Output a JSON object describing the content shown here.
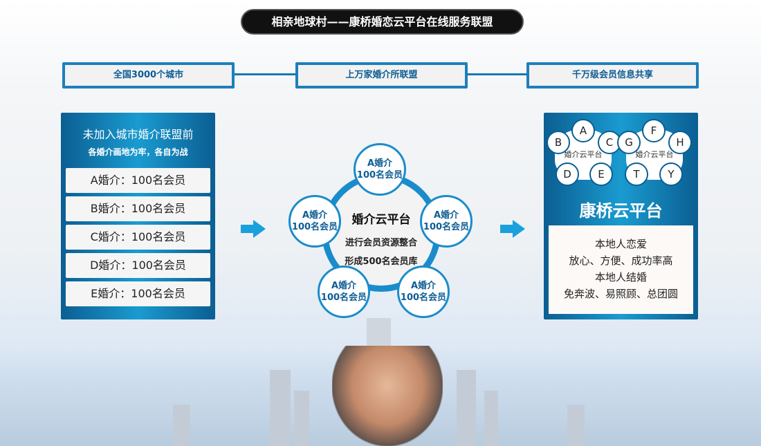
{
  "title": "相亲地球村——康桥婚恋云平台在线服务联盟",
  "labels": [
    "全国3000个城市",
    "上万家婚介所联盟",
    "千万级会员信息共享"
  ],
  "left": {
    "heading": "未加入城市婚介联盟前",
    "sub": "各婚介画地为牢，各自为战",
    "rows": [
      "A婚介：100名会员",
      "B婚介：100名会员",
      "C婚介：100名会员",
      "D婚介：100名会员",
      "E婚介：100名会员"
    ]
  },
  "center": {
    "title": "婚介云平台",
    "line1": "进行会员资源整合",
    "line2": "形成500名会员库",
    "node_name": "A婚介",
    "node_count": "100名会员"
  },
  "right": {
    "group1": {
      "label": "婚介云平台",
      "nodes": [
        "A",
        "B",
        "C",
        "D",
        "E"
      ]
    },
    "group2": {
      "label": "婚介云平台",
      "nodes": [
        "F",
        "G",
        "H",
        "T",
        "Y"
      ]
    },
    "brand": "康桥云平台",
    "lines": [
      "本地人恋爱",
      "放心、方便、成功率高",
      "本地人结婚",
      "免奔波、易照顾、总团圆"
    ]
  }
}
